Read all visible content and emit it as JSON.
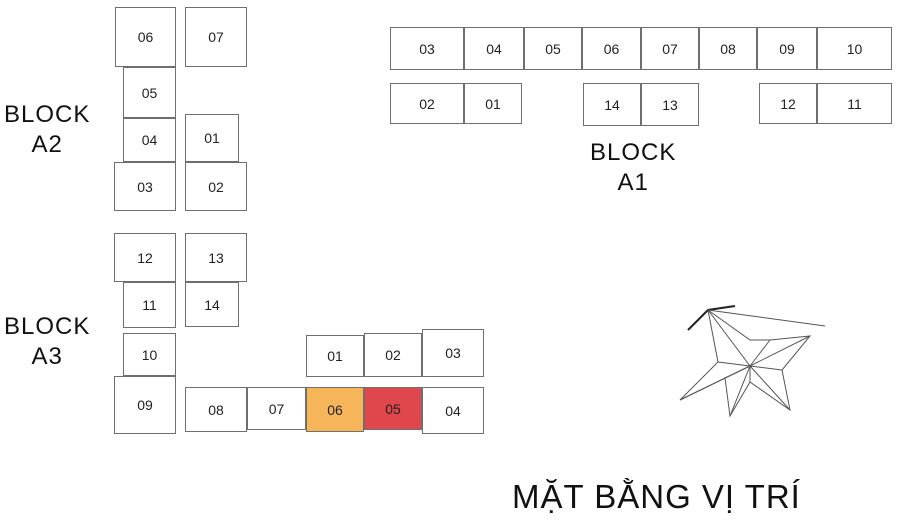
{
  "title": "MẶT BẰNG VỊ TRÍ",
  "blocks": {
    "a1": {
      "label_line1": "BLOCK",
      "label_line2": "A1",
      "units": [
        "03",
        "04",
        "05",
        "06",
        "07",
        "08",
        "09",
        "10",
        "02",
        "01",
        "14",
        "13",
        "12",
        "11"
      ]
    },
    "a2": {
      "label_line1": "BLOCK",
      "label_line2": "A2",
      "units": [
        "06",
        "07",
        "05",
        "04",
        "01",
        "03",
        "02"
      ]
    },
    "a3": {
      "label_line1": "BLOCK",
      "label_line2": "A3",
      "units": [
        "12",
        "13",
        "11",
        "14",
        "10",
        "09",
        "08",
        "07",
        "06",
        "05",
        "04",
        "01",
        "02",
        "03"
      ]
    }
  },
  "highlight_colors": {
    "orange": "#f7b55a",
    "red": "#e0474c"
  },
  "icons": {
    "compass": "compass-rose-icon"
  }
}
